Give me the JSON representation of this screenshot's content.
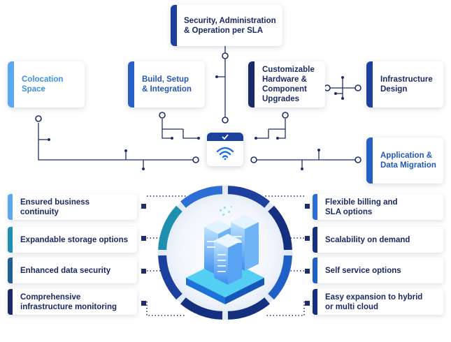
{
  "top_services": [
    {
      "id": "security",
      "label": "Security, Administration\n& Operation per SLA"
    },
    {
      "id": "colocation",
      "label": "Colocation\nSpace"
    },
    {
      "id": "build",
      "label": "Build, Setup\n& Integration"
    },
    {
      "id": "customizable",
      "label": "Customizable\nHardware &\nComponent\nUpgrades"
    },
    {
      "id": "infrastructure",
      "label": "Infrastructure\nDesign"
    },
    {
      "id": "migration",
      "label": "Application &\nData Migration"
    }
  ],
  "left_features": [
    {
      "label": "Ensured business\ncontinuity"
    },
    {
      "label": "Expandable storage options"
    },
    {
      "label": "Enhanced data security"
    },
    {
      "label": "Comprehensive\ninfrastructure monitoring"
    }
  ],
  "right_features": [
    {
      "label": "Flexible billing and\nSLA options"
    },
    {
      "label": "Scalability on demand"
    },
    {
      "label": "Self service options"
    },
    {
      "label": "Easy expansion to hybrid\nor multi cloud"
    }
  ],
  "icons": {
    "hub": "wifi-icon",
    "hub_badge": "check-icon",
    "center": "server-rack-icon"
  },
  "colors": {
    "navy": "#1a2a66",
    "blue": "#1d3f9e",
    "light_blue": "#5aa9f0",
    "teal": "#1f8fb0",
    "mid_blue": "#2760c4"
  }
}
